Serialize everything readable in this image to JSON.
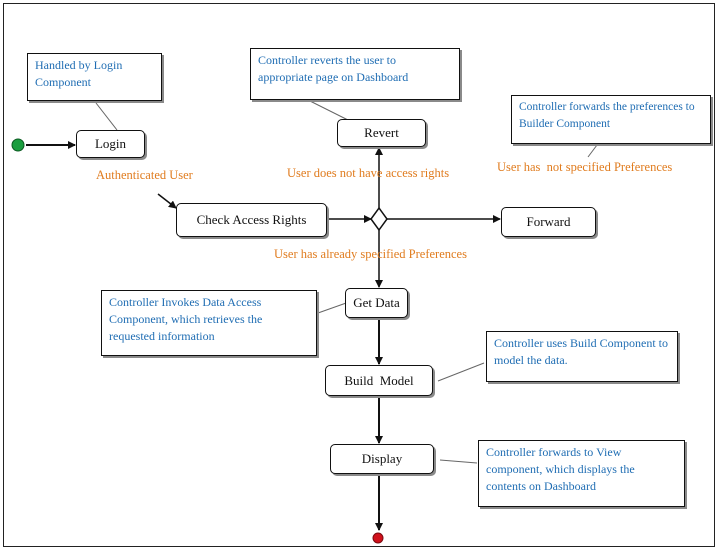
{
  "states": {
    "login": "Login",
    "check_access_rights": "Check Access Rights",
    "revert": "Revert",
    "forward": "Forward",
    "get_data": "Get Data",
    "build_model": "Build  Model",
    "display": "Display"
  },
  "notes": {
    "login_note": "Handled by Login Component",
    "revert_note": "Controller  reverts  the user  to appropriate page on  Dashboard",
    "forward_note": "Controller forwards the preferences to Builder Component",
    "get_data_note": "Controller Invokes Data Access Component, which retrieves the requested information",
    "build_model_note": "Controller uses Build Component to model the data.",
    "display_note": "Controller forwards to View component, which displays the contents on  Dashboard"
  },
  "guards": {
    "authenticated_user": "Authenticated User",
    "no_access_rights": "User does not have access rights",
    "no_preferences": "User has  not specified Preferences",
    "has_preferences": "User has already specified Preferences"
  },
  "colors": {
    "initial_node": "#1a9e3f",
    "final_node": "#d0111b",
    "note_text": "#1f6db3",
    "guard_text": "#e07c1f"
  }
}
